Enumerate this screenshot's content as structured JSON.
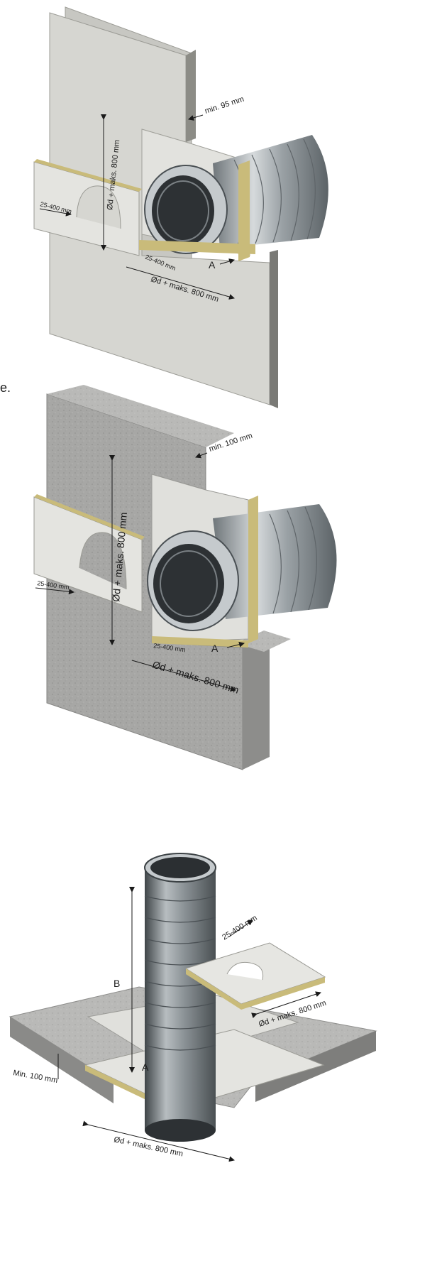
{
  "stray_mark": "e.",
  "figure1": {
    "label_min": "min. 95 mm",
    "label_vertical": "Ød + maks. 800 mm",
    "label_side_left": "25-400 mm",
    "label_side_bottom": "25-400 mm",
    "label_horizontal": "Ød + maks. 800 mm",
    "label_a": "A"
  },
  "figure2": {
    "label_min": "min. 100 mm",
    "label_vertical": "Ød + maks. 800 mm",
    "label_side_left": "25-400 mm",
    "label_side_bottom": "25-400 mm",
    "label_horizontal": "Ød + maks. 800 mm",
    "label_a": "A"
  },
  "figure3": {
    "label_b": "B",
    "label_a": "A",
    "label_min": "Min. 100 mm",
    "label_top_range": "25-400 mm",
    "label_board_width": "Ød + maks. 800 mm",
    "label_bottom_width": "Ød + maks. 800 mm"
  },
  "colors": {
    "board": "#d4d4cf",
    "board_edge": "#a9a9a2",
    "insulation": "#c9bb7a",
    "duct": "#9ea4a8",
    "concrete": "#a4a4a2"
  }
}
